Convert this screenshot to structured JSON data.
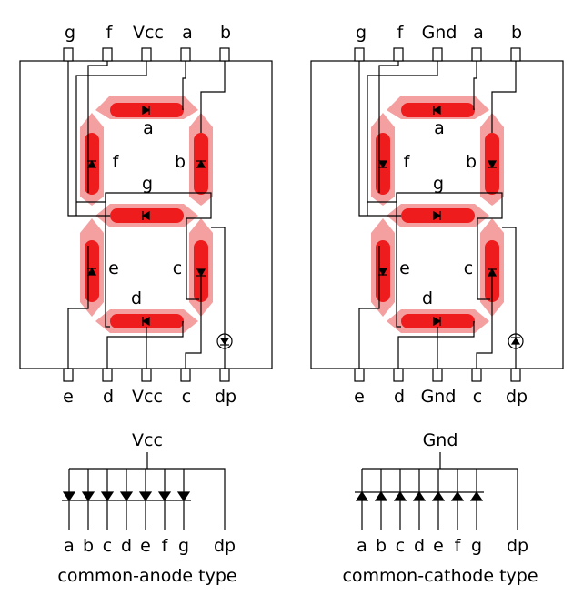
{
  "anode_panel": {
    "top_pins": [
      "g",
      "f",
      "Vcc",
      "a",
      "b"
    ],
    "bottom_pins": [
      "e",
      "d",
      "Vcc",
      "c",
      "dp"
    ],
    "segment_labels": {
      "a": "a",
      "b": "b",
      "c": "c",
      "d": "d",
      "e": "e",
      "f": "f",
      "g": "g"
    }
  },
  "cathode_panel": {
    "top_pins": [
      "g",
      "f",
      "Gnd",
      "a",
      "b"
    ],
    "bottom_pins": [
      "e",
      "d",
      "Gnd",
      "c",
      "dp"
    ],
    "segment_labels": {
      "a": "a",
      "b": "b",
      "c": "c",
      "d": "d",
      "e": "e",
      "f": "f",
      "g": "g"
    }
  },
  "anode_schematic": {
    "common_label": "Vcc",
    "leads": [
      "a",
      "b",
      "c",
      "d",
      "e",
      "f",
      "g",
      "dp"
    ],
    "caption": "common-anode type"
  },
  "cathode_schematic": {
    "common_label": "Gnd",
    "leads": [
      "a",
      "b",
      "c",
      "d",
      "e",
      "f",
      "g",
      "dp"
    ],
    "caption": "common-cathode type"
  },
  "colors": {
    "segment_glow": "#f4a0a0",
    "segment_core": "#ee1c1c",
    "line": "#000000"
  }
}
